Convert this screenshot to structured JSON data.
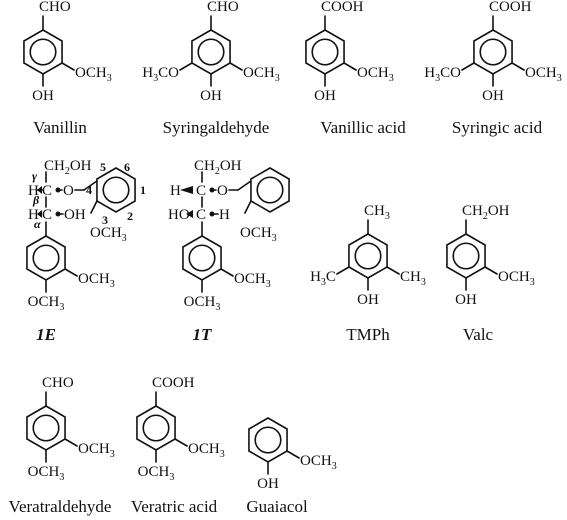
{
  "captions": {
    "vanillin": "Vanillin",
    "syringaldehyde": "Syringaldehyde",
    "vanillic_acid": "Vanillic acid",
    "syringic_acid": "Syringic acid",
    "compound_1e": "1E",
    "compound_1t": "1T",
    "tmph": "TMPh",
    "valc": "Valc",
    "veratraldehyde": "Veratraldehyde",
    "veratric_acid": "Veratric acid",
    "guaiacol": "Guaiacol"
  },
  "groups": {
    "cho": "CHO",
    "cooh": "COOH",
    "och3": "OCH",
    "h3co": "H",
    "h3co_tail": "CO",
    "oh": "OH",
    "ch2oh": "CH",
    "ch2oh_tail": "OH",
    "ch3": "CH",
    "h3c": "H",
    "h3c_tail": "C",
    "h": "H",
    "ho": "HO",
    "c": "C",
    "o": "O",
    "sub2": "2",
    "sub3": "3"
  },
  "labels_1e": {
    "gamma": "γ",
    "beta": "β",
    "alpha": "α",
    "pos1": "1",
    "pos2": "2",
    "pos3": "3",
    "pos4": "4",
    "pos5": "5",
    "pos6": "6"
  }
}
